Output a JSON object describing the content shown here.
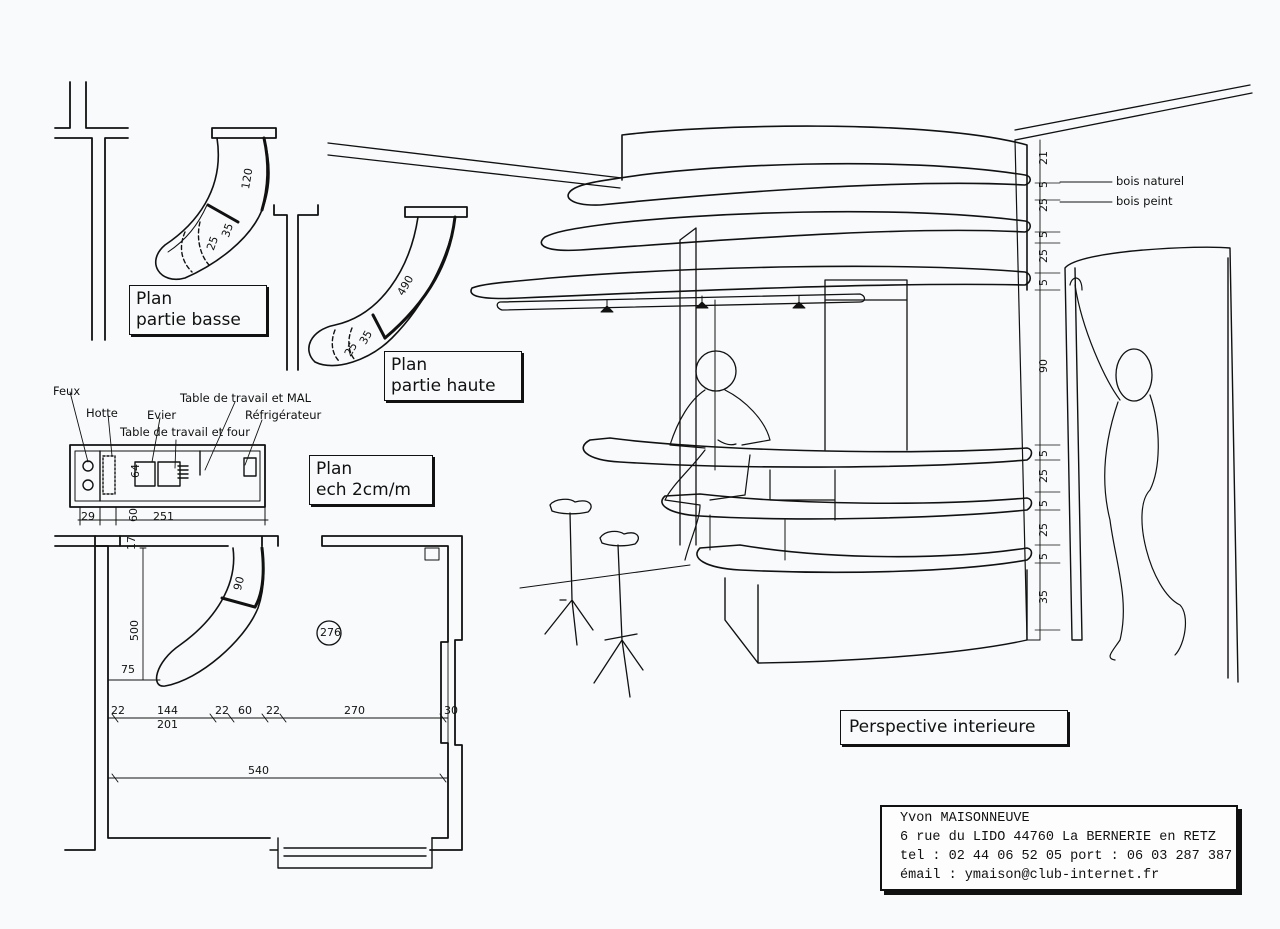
{
  "labels": {
    "plan_basse": [
      "Plan",
      "partie basse"
    ],
    "plan_haute": [
      "Plan",
      "partie haute"
    ],
    "plan_ech": [
      "Plan",
      "ech 2cm/m"
    ],
    "perspective": "Perspective interieure"
  },
  "kitchen_notes": {
    "feux": "Feux",
    "hotte": "Hotte",
    "evier": "Evier",
    "table_mal": "Table de travail et MAL",
    "table_four": "Table de travail et four",
    "refrigerateur": "Réfrigérateur"
  },
  "finish_notes": {
    "bois_naturel": "bois naturel",
    "bois_peint": "bois peint"
  },
  "dimensions": {
    "plan_basse": [
      "120",
      "25",
      "35"
    ],
    "plan_haute": [
      "490",
      "25",
      "35"
    ],
    "kitchen_row": [
      "29",
      "60",
      "251"
    ],
    "kitchen_depth": "64",
    "wall_gap": "17",
    "room_height": "500",
    "curve_width": "90",
    "curve_offset": "75",
    "room_marker": "276",
    "bottom_row": [
      "22",
      "144",
      "22",
      "60",
      "22",
      "270",
      "30"
    ],
    "sub_total": "201",
    "total_width": "540",
    "elevation": [
      "21",
      "5",
      "25",
      "5",
      "25",
      "5",
      "90",
      "5",
      "25",
      "5",
      "25",
      "5",
      "35"
    ]
  },
  "contact": {
    "name": "Yvon MAISONNEUVE",
    "address": "6 rue du LIDO 44760 La BERNERIE en RETZ",
    "phone": "tel : 02 44 06 52 05 port : 06 03 287 387",
    "email": "émail : ymaison@club-internet.fr"
  }
}
